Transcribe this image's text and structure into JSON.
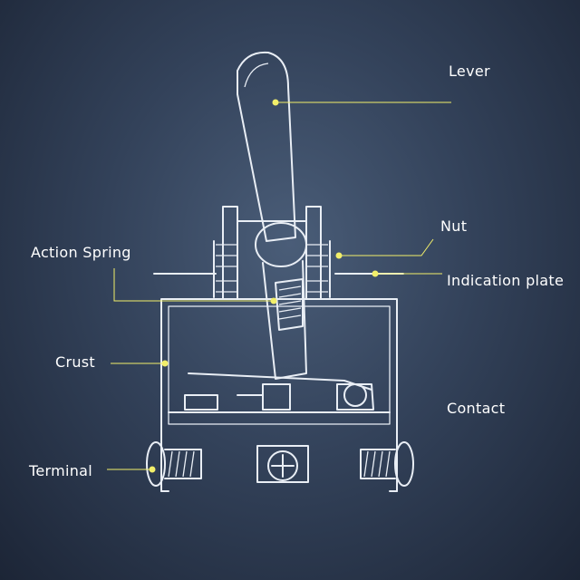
{
  "labels": {
    "lever": "Lever",
    "nut": "Nut",
    "indication_plate": "Indication plate",
    "action_spring": "Action Spring",
    "crust": "Crust",
    "contact": "Contact",
    "terminal": "Terminal"
  },
  "colors": {
    "background": "#33425a",
    "outline": "#e9eef5",
    "callout": "#f2ef6a",
    "text": "#ffffff"
  }
}
